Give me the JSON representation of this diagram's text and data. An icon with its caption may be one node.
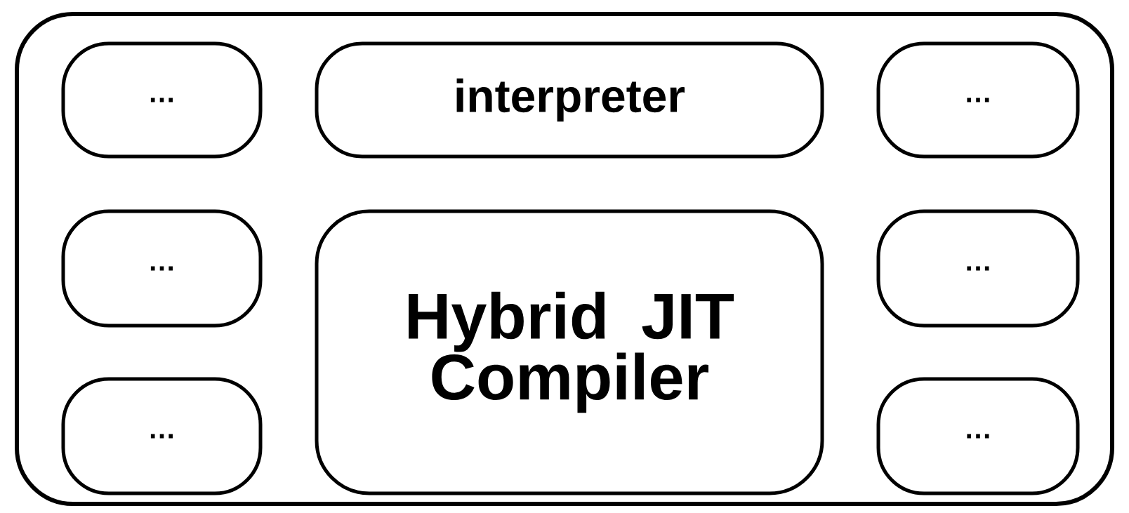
{
  "diagram": {
    "nodes": [
      {
        "text": [],
        "shape": "box"
      },
      {
        "text": [
          "…"
        ],
        "in": 0
      },
      {
        "text": [
          "interpreter"
        ],
        "in": 0
      },
      {
        "text": [
          "…"
        ],
        "in": 0
      },
      {
        "text": [
          "…"
        ],
        "in": 0
      },
      {
        "text": [
          "Hybrid JIT Compiler"
        ],
        "in": 0
      },
      {
        "text": [
          "…"
        ],
        "in": 0
      },
      {
        "text": [
          "…"
        ],
        "in": 0
      },
      {
        "text": [
          "…"
        ],
        "in": 0
      }
    ]
  }
}
